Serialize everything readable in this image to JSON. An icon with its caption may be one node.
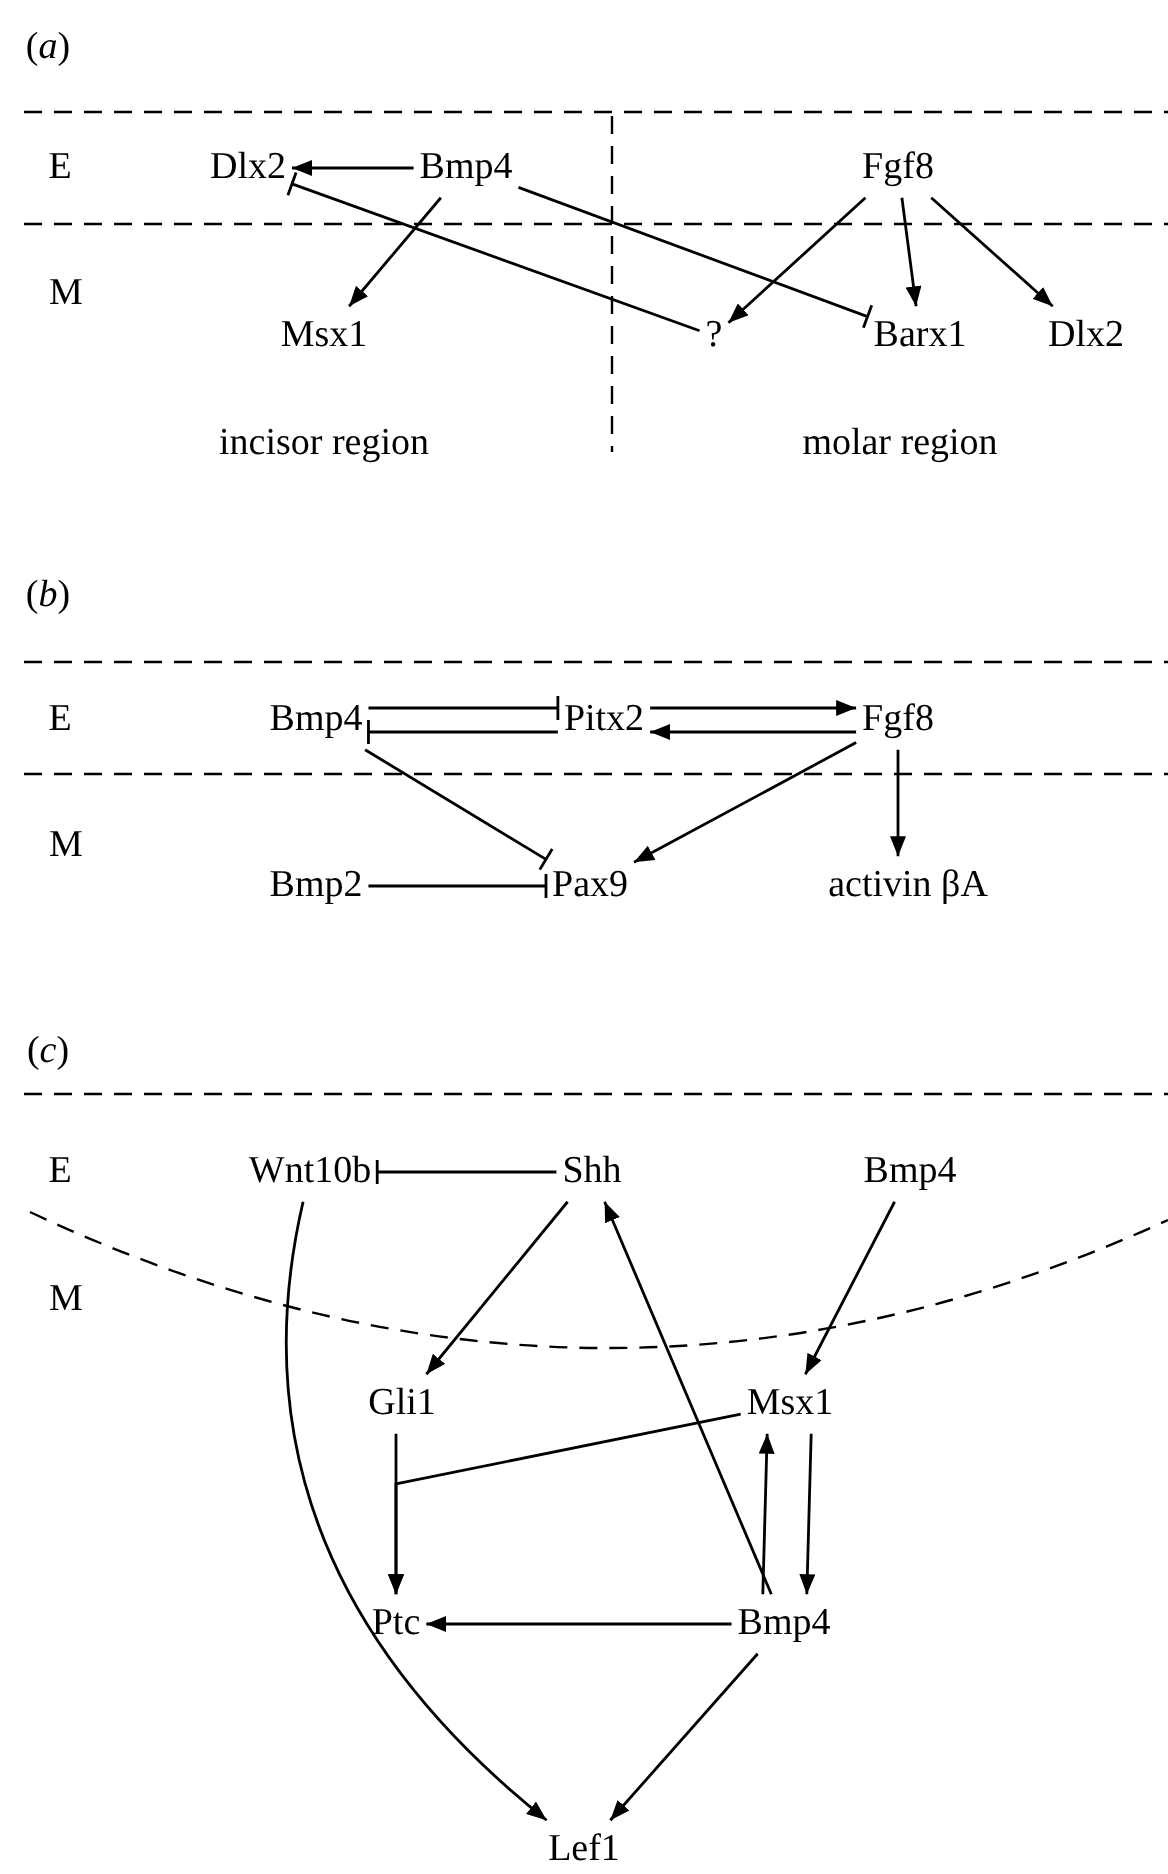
{
  "diagram": {
    "nodes": [
      {
        "text": [
          "Dlx2"
        ]
      },
      {
        "text": [
          "Bmp4"
        ]
      },
      {
        "text": [
          "Fgf8"
        ]
      },
      {
        "text": [
          "Msx1"
        ]
      },
      {
        "text": [
          "?"
        ]
      },
      {
        "text": [
          "Barx1"
        ]
      },
      {
        "text": [
          "Dlx2"
        ]
      },
      {
        "text": [
          "Bmp4"
        ]
      },
      {
        "text": [
          "Pitx2"
        ]
      },
      {
        "text": [
          "Fgf8"
        ]
      },
      {
        "text": [
          "Bmp2"
        ]
      },
      {
        "text": [
          "Pax9"
        ]
      },
      {
        "text": [
          "activin βA"
        ]
      },
      {
        "text": [
          "Wnt10b"
        ]
      },
      {
        "text": [
          "Shh"
        ]
      },
      {
        "text": [
          "Bmp4"
        ]
      },
      {
        "text": [
          "Gli1"
        ]
      },
      {
        "text": [
          "Msx1"
        ]
      },
      {
        "text": [
          "Ptc"
        ]
      },
      {
        "text": [
          "Bmp4"
        ]
      },
      {
        "text": [
          "Lef1"
        ]
      }
    ],
    "edges": [
      {
        "from": 1,
        "to": 0,
        "arrow": "to"
      },
      {
        "from": 1,
        "to": 3,
        "arrow": "to"
      },
      {
        "from": 1,
        "to": 5,
        "arrow": "other"
      },
      {
        "from": 4,
        "to": 0,
        "arrow": "other"
      },
      {
        "from": 2,
        "to": 4,
        "arrow": "to"
      },
      {
        "from": 2,
        "to": 5,
        "arrow": "to"
      },
      {
        "from": 2,
        "to": 6,
        "arrow": "to"
      },
      {
        "from": 7,
        "to": 8,
        "arrow": "other"
      },
      {
        "from": 8,
        "to": 7,
        "arrow": "other"
      },
      {
        "from": 8,
        "to": 9,
        "arrow": "to"
      },
      {
        "from": 9,
        "to": 8,
        "arrow": "to"
      },
      {
        "from": 7,
        "to": 11,
        "arrow": "other"
      },
      {
        "from": 10,
        "to": 11,
        "arrow": "other"
      },
      {
        "from": 9,
        "to": 11,
        "arrow": "to"
      },
      {
        "from": 9,
        "to": 12,
        "arrow": "to"
      },
      {
        "from": 14,
        "to": 13,
        "arrow": "other"
      },
      {
        "from": 14,
        "to": 16,
        "arrow": "to"
      },
      {
        "from": 15,
        "to": 17,
        "arrow": "to"
      },
      {
        "from": 16,
        "to": 18,
        "arrow": "to"
      },
      {
        "from": 17,
        "to": 18,
        "arrow": "to"
      },
      {
        "from": 19,
        "to": 14,
        "arrow": "to"
      },
      {
        "from": 19,
        "to": 17,
        "arrow": "to"
      },
      {
        "from": 17,
        "to": 19,
        "arrow": "to"
      },
      {
        "from": 19,
        "to": 18,
        "arrow": "to"
      },
      {
        "from": 19,
        "to": 20,
        "arrow": "to"
      },
      {
        "from": 13,
        "to": 20,
        "arrow": "to"
      }
    ],
    "labels": [
      "(*a*)",
      "E",
      "M",
      "incisor region",
      "molar region",
      "(*b*)",
      "E",
      "M",
      "(*c*)",
      "E",
      "M"
    ]
  }
}
